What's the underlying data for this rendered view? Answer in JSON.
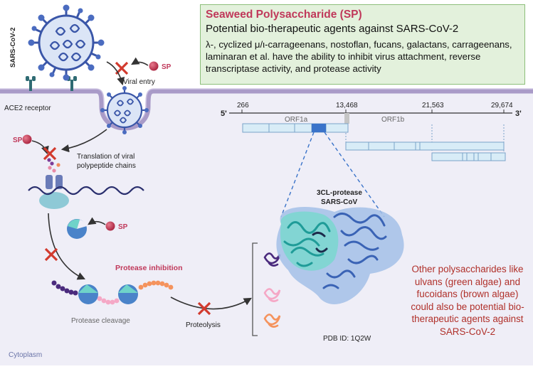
{
  "panel": {
    "title": "Seaweed Polysaccharide (SP)",
    "subtitle": "Potential bio-therapeutic agents against SARS-CoV-2",
    "body": "λ-, cyclized μ/ι-carrageenans, nostoflan, fucans, galactans, carrageenans, laminaran et al. have the ability to inhibit virus attachment, reverse transcriptase activity, and protease activity"
  },
  "labels": {
    "virus": "SARS-CoV-2",
    "sp_entry": "SP",
    "sp_translation": "SP",
    "sp_protease": "SP",
    "viral_entry": "Viral entry",
    "ace2": "ACE2 receptor",
    "translation_line1": "Translation of viral",
    "translation_line2": "polypeptide chains",
    "protease_inhibition": "Protease inhibition",
    "protease_cleavage": "Protease cleavage",
    "proteolysis": "Proteolysis",
    "cytoplasm": "Cytoplasm"
  },
  "genome": {
    "five_prime": "5'",
    "three_prime": "3'",
    "positions": [
      "266",
      "13,468",
      "21,563",
      "29,674"
    ],
    "orf1a": "ORF1a",
    "orf1b": "ORF1b"
  },
  "protein": {
    "title_line1": "3CL-protease",
    "title_line2": "SARS-CoV",
    "pdb": "PDB ID: 1Q2W"
  },
  "note": "Other polysaccharides like ulvans (green algae) and fucoidans (brown algae) could also be potential bio-therapeutic agents against SARS-CoV-2",
  "colors": {
    "cytoplasm": "#efeef7",
    "membrane": "#a99bc8",
    "accent_red": "#c0385a",
    "panel_bg": "#e3f1dc",
    "note_text": "#b0302a",
    "protein_teal": "#3bb5b5",
    "protein_blue": "#4f78c8"
  }
}
